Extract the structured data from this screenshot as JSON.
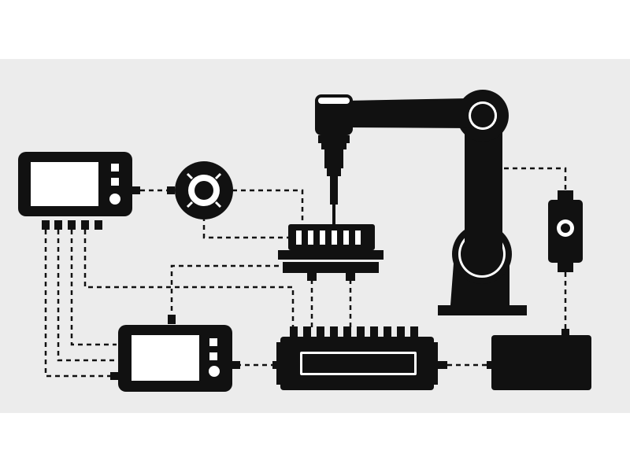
{
  "colors": {
    "background": "#ececec",
    "ink": "#111111",
    "screen": "#ffffff"
  },
  "components": [
    {
      "id": "hmi-panel-top",
      "icon": "hmi-panel-icon"
    },
    {
      "id": "vision-sensor",
      "icon": "camera-ring-icon"
    },
    {
      "id": "robot-arm",
      "icon": "robot-arm-icon"
    },
    {
      "id": "spindle-tool",
      "icon": "spindle-icon"
    },
    {
      "id": "fixture-module",
      "icon": "io-module-icon"
    },
    {
      "id": "hmi-panel-bottom",
      "icon": "hmi-panel-icon"
    },
    {
      "id": "plc-controller",
      "icon": "plc-icon"
    },
    {
      "id": "proximity-sensor",
      "icon": "sensor-icon"
    },
    {
      "id": "power-supply",
      "icon": "power-box-icon"
    }
  ]
}
